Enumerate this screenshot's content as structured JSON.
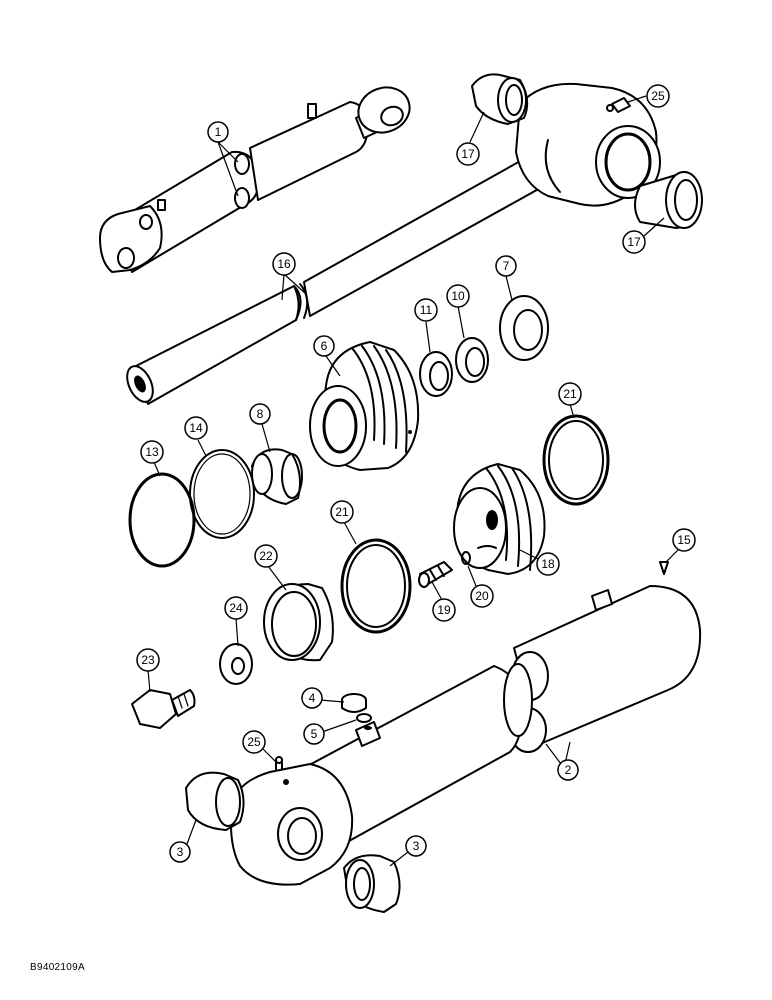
{
  "figure": {
    "reference_code": "B9402109A"
  },
  "callouts": [
    {
      "id": "c1",
      "label": "1"
    },
    {
      "id": "c25a",
      "label": "25"
    },
    {
      "id": "c17a",
      "label": "17"
    },
    {
      "id": "c17b",
      "label": "17"
    },
    {
      "id": "c16",
      "label": "16"
    },
    {
      "id": "c7",
      "label": "7"
    },
    {
      "id": "c11",
      "label": "11"
    },
    {
      "id": "c10",
      "label": "10"
    },
    {
      "id": "c6",
      "label": "6"
    },
    {
      "id": "c21a",
      "label": "21"
    },
    {
      "id": "c14",
      "label": "14"
    },
    {
      "id": "c8",
      "label": "8"
    },
    {
      "id": "c13",
      "label": "13"
    },
    {
      "id": "c21b",
      "label": "21"
    },
    {
      "id": "c22",
      "label": "22"
    },
    {
      "id": "c20",
      "label": "20"
    },
    {
      "id": "c18",
      "label": "18"
    },
    {
      "id": "c19",
      "label": "19"
    },
    {
      "id": "c15",
      "label": "15"
    },
    {
      "id": "c24",
      "label": "24"
    },
    {
      "id": "c23",
      "label": "23"
    },
    {
      "id": "c4",
      "label": "4"
    },
    {
      "id": "c5",
      "label": "5"
    },
    {
      "id": "c25b",
      "label": "25"
    },
    {
      "id": "c2",
      "label": "2"
    },
    {
      "id": "c3a",
      "label": "3"
    },
    {
      "id": "c3b",
      "label": "3"
    }
  ]
}
